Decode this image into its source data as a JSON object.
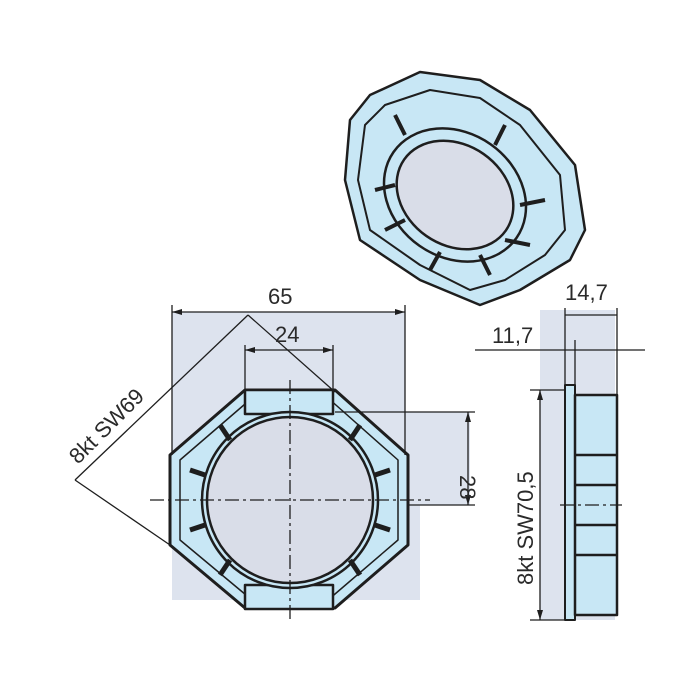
{
  "drawing": {
    "title": "Octagonal shaft adapter ring – technical drawing",
    "views": [
      "isometric-view",
      "front-view",
      "side-view"
    ],
    "colors": {
      "part_fill": "#c8e7f5",
      "backdrop_fill": "#dde3ee",
      "line": "#1e1e1e",
      "bore_fill": "#d9dde8"
    },
    "dimensions": {
      "width_overall": "65",
      "flat_width": "24",
      "flat_height": "28",
      "across_flats_front": "8kt SW69",
      "thickness_total": "14,7",
      "thickness_flange": "11,7",
      "across_flats_side": "8kt SW70,5"
    }
  }
}
